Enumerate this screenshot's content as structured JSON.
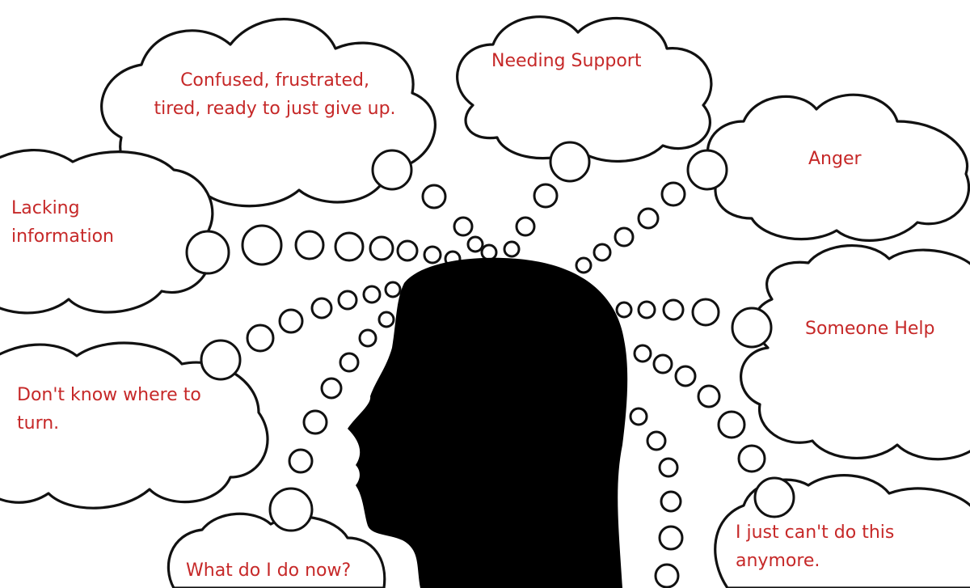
{
  "colors": {
    "text": "#c62828",
    "outline": "#111111",
    "silhouette": "#000000",
    "background": "#ffffff"
  },
  "thoughts": {
    "confused": "Confused, frustrated,\ntired, ready to just give up.",
    "needing_support": "Needing Support",
    "anger": "Anger",
    "lacking_information": "Lacking\ninformation",
    "someone_help": "Someone Help",
    "dont_know": "Don't know where to\nturn.",
    "what_now": "What do I do now?",
    "cant_do": "I just can't do this\nanymore."
  }
}
